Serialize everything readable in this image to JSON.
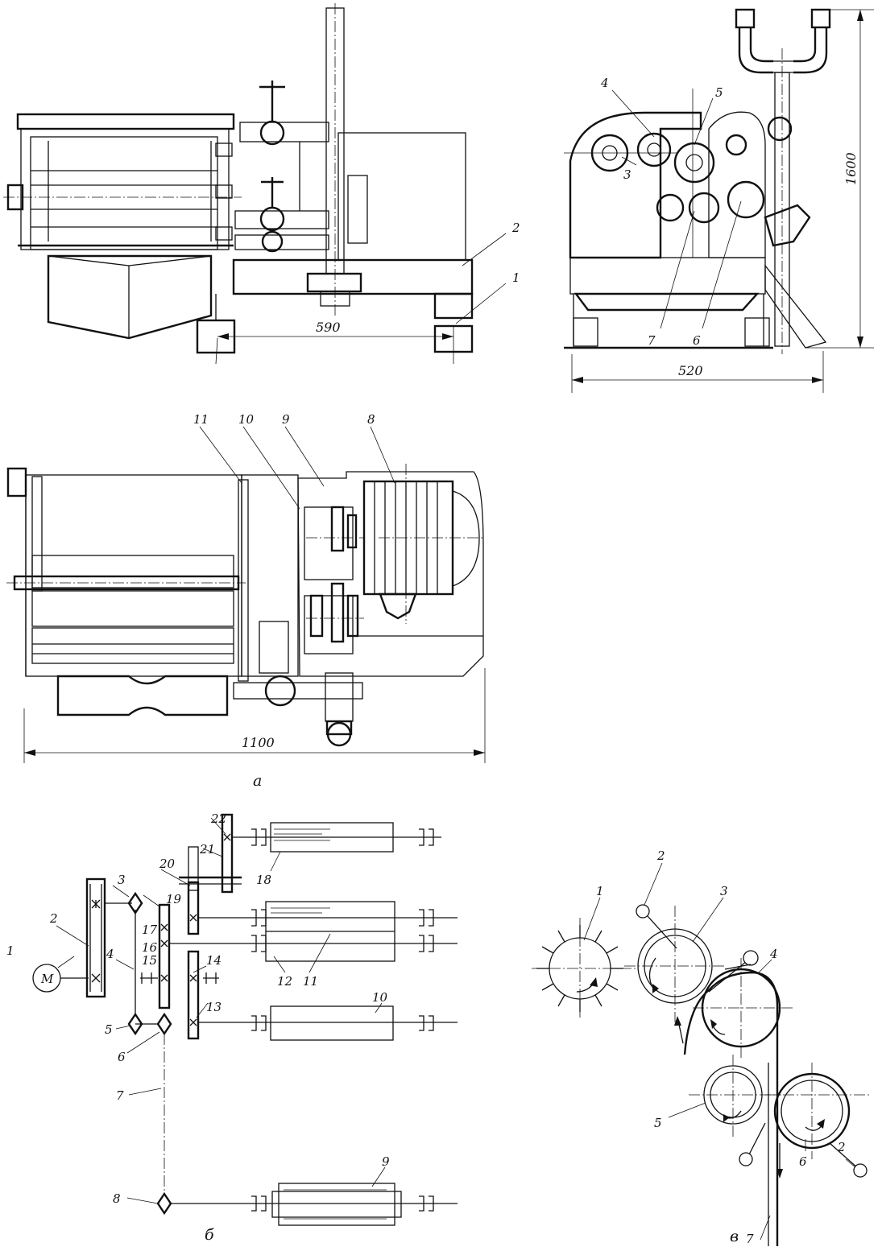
{
  "panels": {
    "a": "а",
    "b": "б",
    "c": "в"
  },
  "dimensions": {
    "d590": "590",
    "d520": "520",
    "d1600": "1600",
    "d1100": "1100"
  },
  "callouts": {
    "front_view": [
      "1",
      "2"
    ],
    "side_view": [
      "3",
      "4",
      "5",
      "6",
      "7"
    ],
    "top_view": [
      "8",
      "9",
      "10",
      "11"
    ],
    "kinematic": [
      "1",
      "2",
      "3",
      "4",
      "5",
      "6",
      "7",
      "8",
      "9",
      "10",
      "11",
      "12",
      "13",
      "14",
      "15",
      "16",
      "17",
      "18",
      "19",
      "20",
      "21",
      "22"
    ],
    "roll_scheme": [
      "1",
      "2",
      "3",
      "4",
      "5",
      "6",
      "2",
      "7"
    ]
  },
  "motor_symbol": "M"
}
